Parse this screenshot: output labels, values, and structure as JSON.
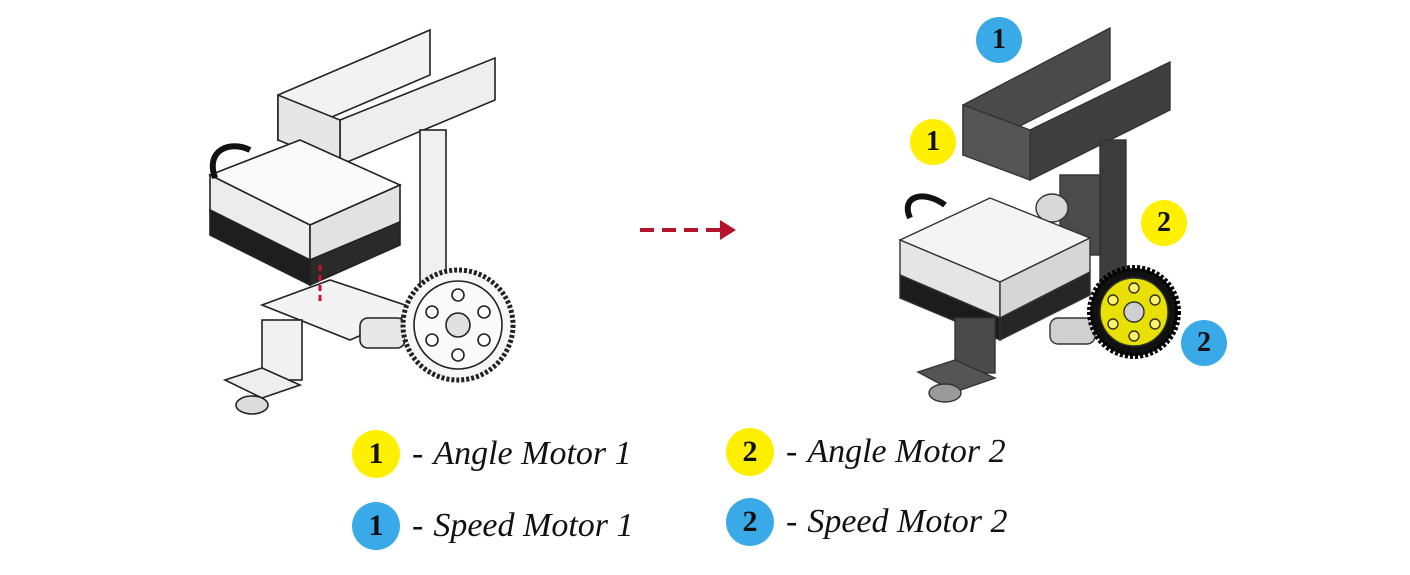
{
  "colors": {
    "angle": "#ffef00",
    "speed": "#3aa9e8",
    "arrow": "#b5122b"
  },
  "badges": {
    "robot_top_speed_1": "1",
    "robot_left_angle_1": "1",
    "robot_right_angle_2": "2",
    "robot_wheel_speed_2": "2"
  },
  "legend": {
    "angle_1": {
      "number": "1",
      "dash": "-",
      "text": "Angle Motor 1"
    },
    "angle_2": {
      "number": "2",
      "dash": "-",
      "text": "Angle Motor 2"
    },
    "speed_1": {
      "number": "1",
      "dash": "-",
      "text": "Speed Motor 1"
    },
    "speed_2": {
      "number": "2",
      "dash": "-",
      "text": "Speed Motor 2"
    }
  }
}
